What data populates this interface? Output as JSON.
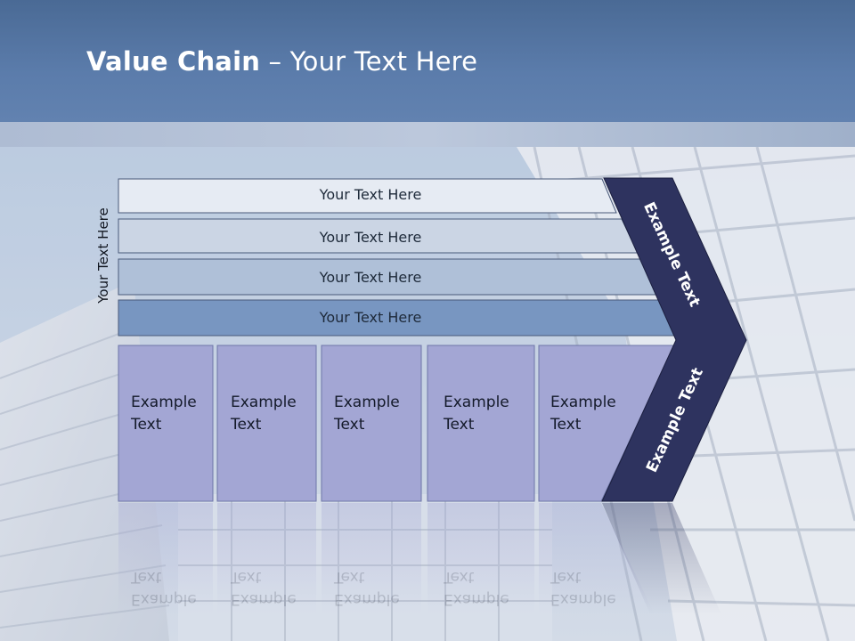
{
  "slide": {
    "title_bold": "Value Chain",
    "title_rest": " – Your Text Here",
    "side_label": "Your Text Here",
    "bars": [
      {
        "label": "Your Text Here"
      },
      {
        "label": "Your Text Here"
      },
      {
        "label": "Your Text Here"
      },
      {
        "label": "Your Text Here"
      }
    ],
    "columns": [
      {
        "line1": "Example",
        "line2": "Text"
      },
      {
        "line1": "Example",
        "line2": "Text"
      },
      {
        "line1": "Example",
        "line2": "Text"
      },
      {
        "line1": "Example",
        "line2": "Text"
      },
      {
        "line1": "Example",
        "line2": "Text"
      }
    ],
    "chevron_top_text": "Example Text",
    "chevron_bottom_text": "Example Text",
    "colors": {
      "header": "#5b7cab",
      "bar1": "#e6ebf3",
      "bar2": "#cbd5e4",
      "bar3": "#afc0d8",
      "bar4": "#7896c1",
      "column": "#a3a6d4",
      "chevron": "#2e335f"
    }
  }
}
